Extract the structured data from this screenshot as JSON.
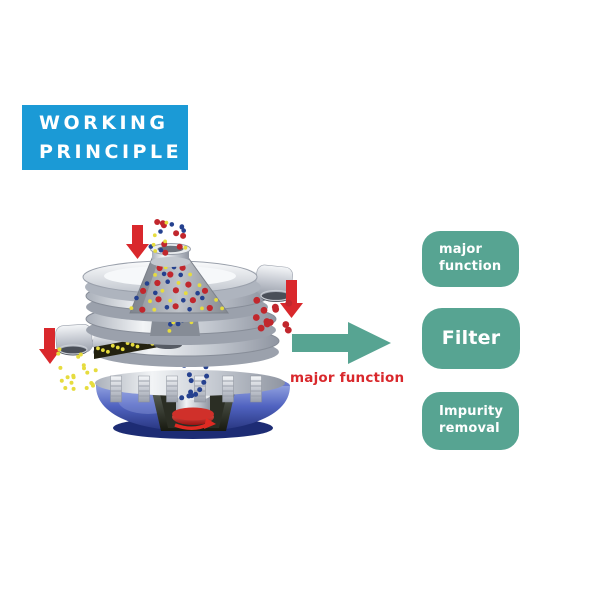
{
  "banner": {
    "lines": [
      "WORKING",
      "PRINCIPLE"
    ]
  },
  "flow_arrow": {
    "label": "major function"
  },
  "function_boxes": [
    {
      "lines": [
        "major",
        "function"
      ]
    },
    {
      "lines": [
        "Filter"
      ]
    },
    {
      "lines": [
        "Impurity",
        "removal"
      ]
    }
  ],
  "colors": {
    "banner_blue": "#1b9ad6",
    "teal": "#57a492",
    "red": "#d9282c",
    "particle_red": "#c1272d",
    "particle_blue": "#25418f",
    "particle_yellow": "#e6dc3e",
    "base_blue": "#4356ae",
    "machine_silver": "#c6cad2"
  }
}
